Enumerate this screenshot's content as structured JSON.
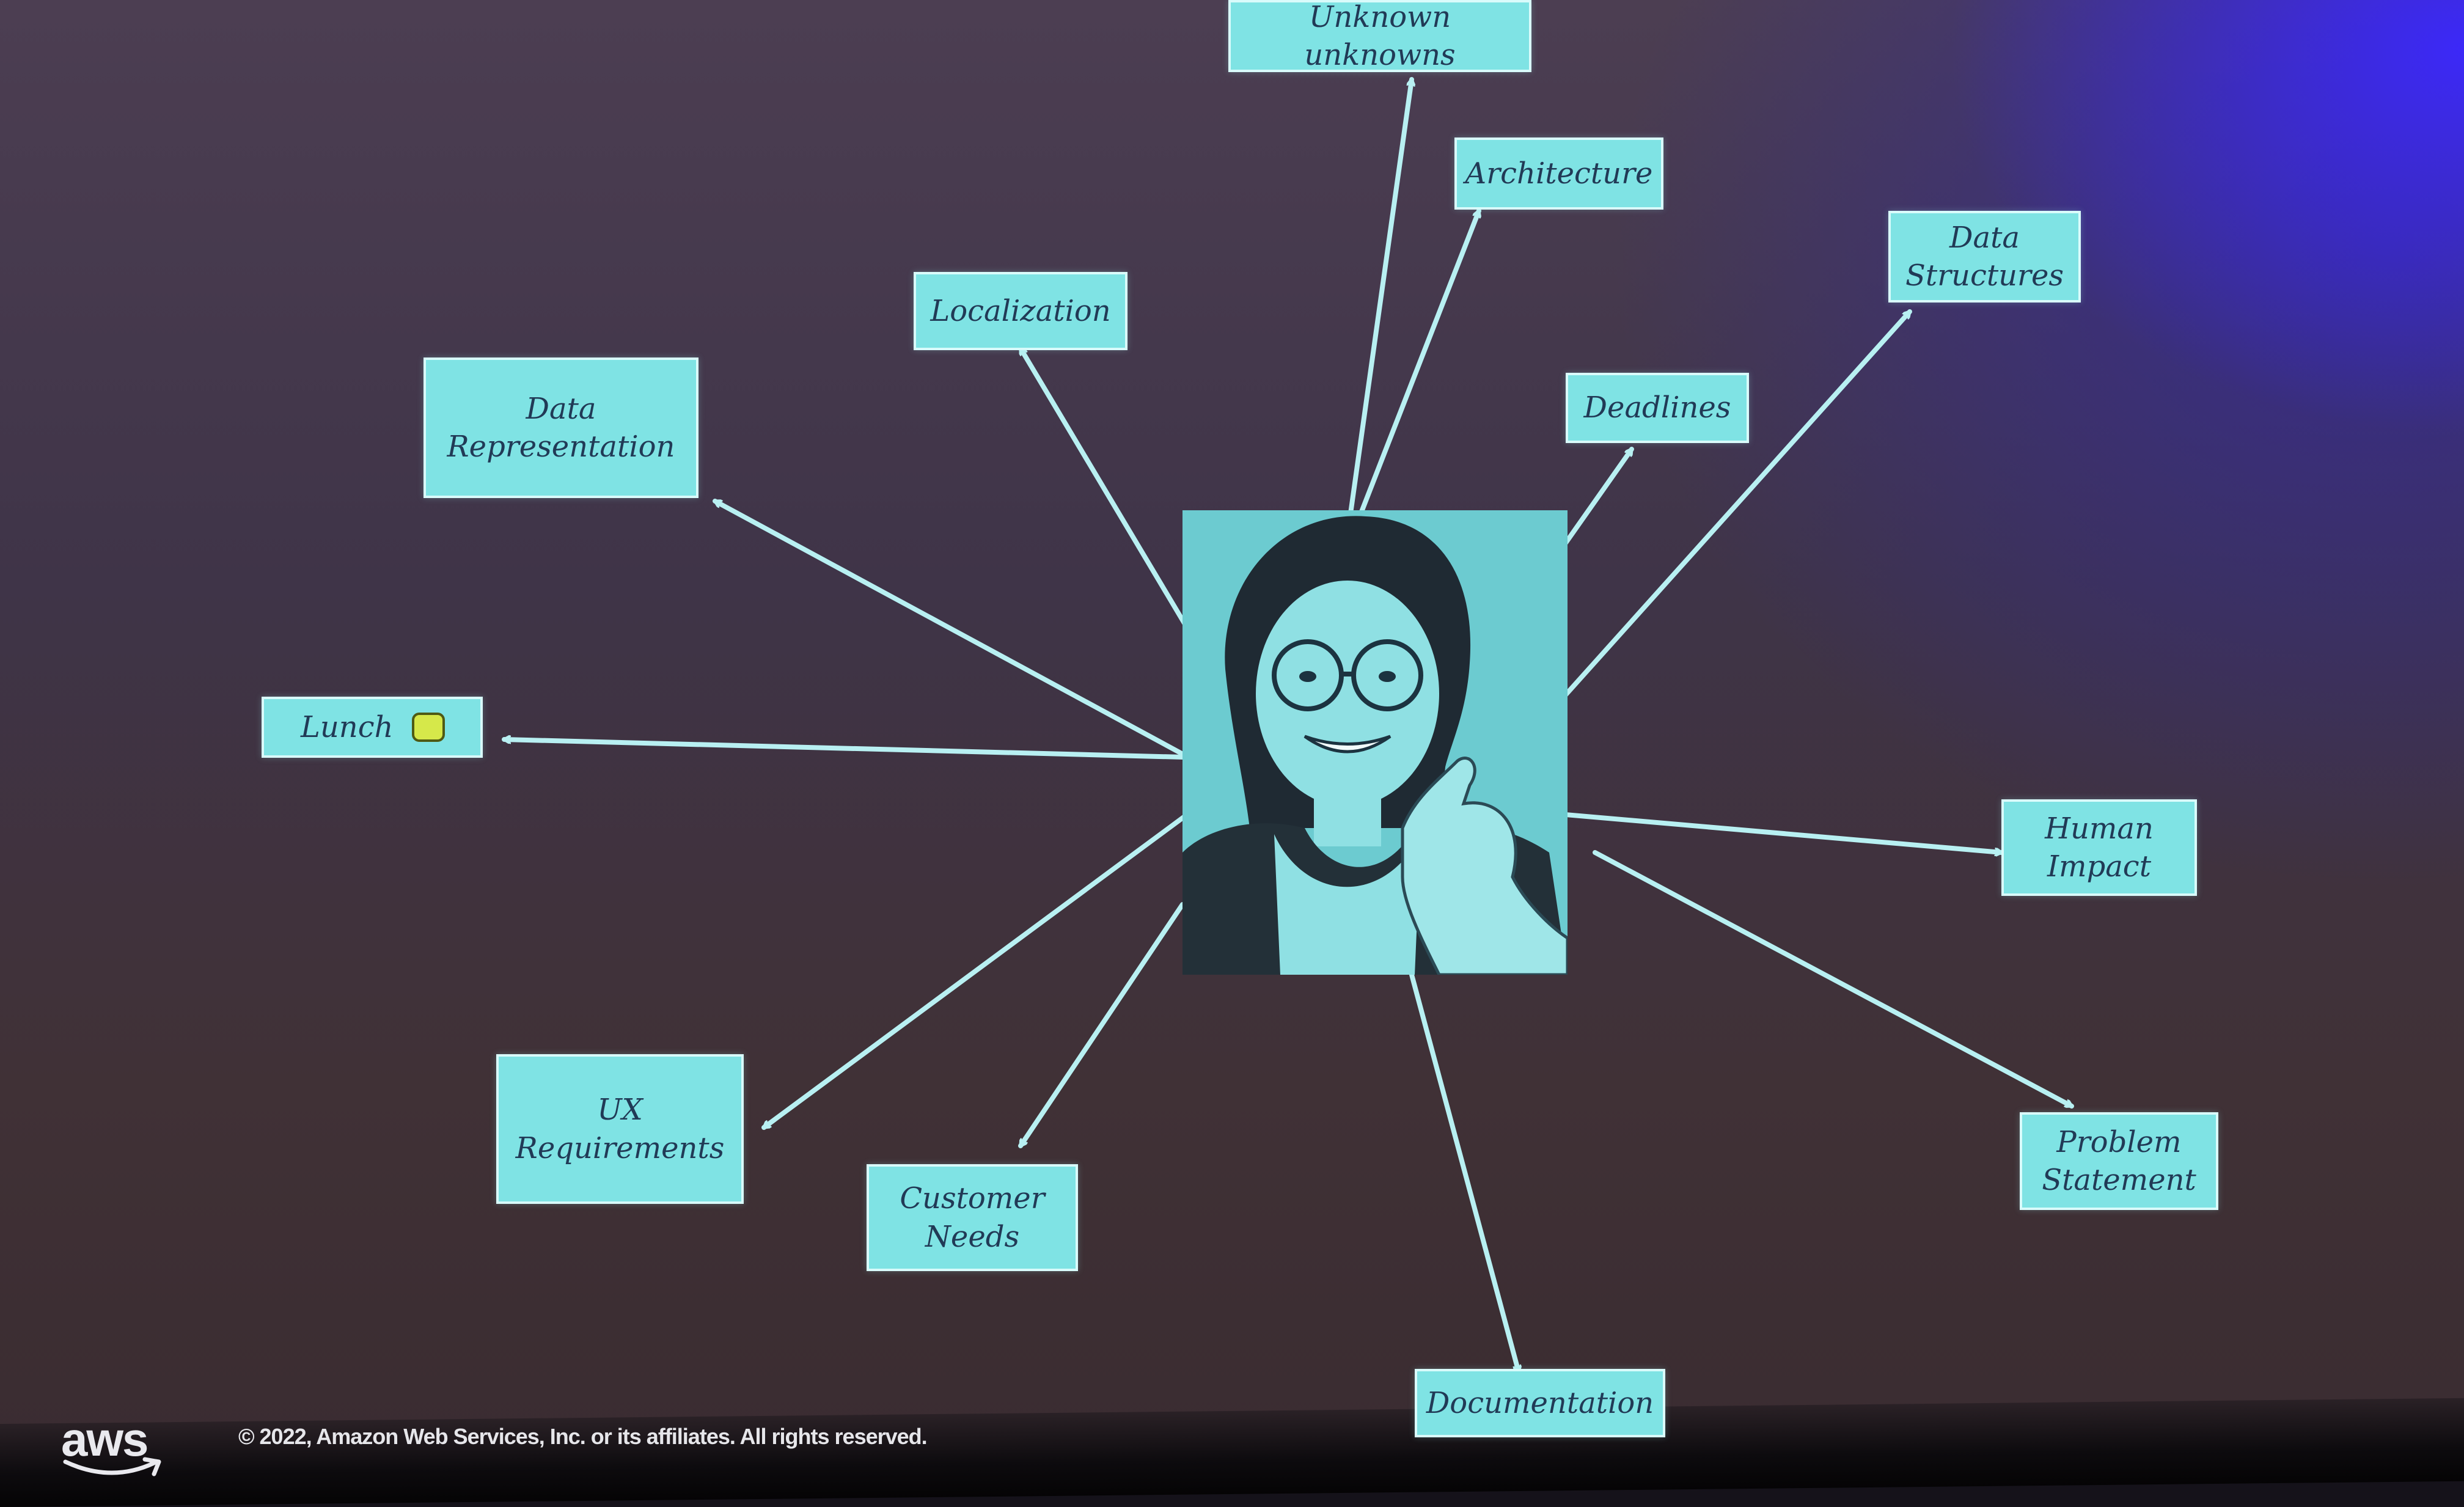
{
  "slide": {
    "nodes": {
      "unknown_unknowns": "Unknown unknowns",
      "architecture": "Architecture",
      "localization": "Localization",
      "data_structures": "Data\nStructures",
      "data_representation": "Data\nRepresentation",
      "deadlines": "Deadlines",
      "lunch": "Lunch",
      "human_impact": "Human\nImpact",
      "ux_requirements": "UX\nRequirements",
      "customer_needs": "Customer\nNeeds",
      "problem_statement": "Problem\nStatement",
      "documentation": "Documentation"
    },
    "lunch_icon": "lunch-box-icon",
    "center_image": "presenter-portrait"
  },
  "footer": {
    "logo_text": "aws",
    "copyright": "© 2022, Amazon Web Services, Inc. or its affiliates. All rights reserved."
  },
  "colors": {
    "box_fill": "#7fe3e4",
    "box_text": "#213a56",
    "arrow": "#b8f0f2",
    "accent_blue": "#3c28ff"
  }
}
